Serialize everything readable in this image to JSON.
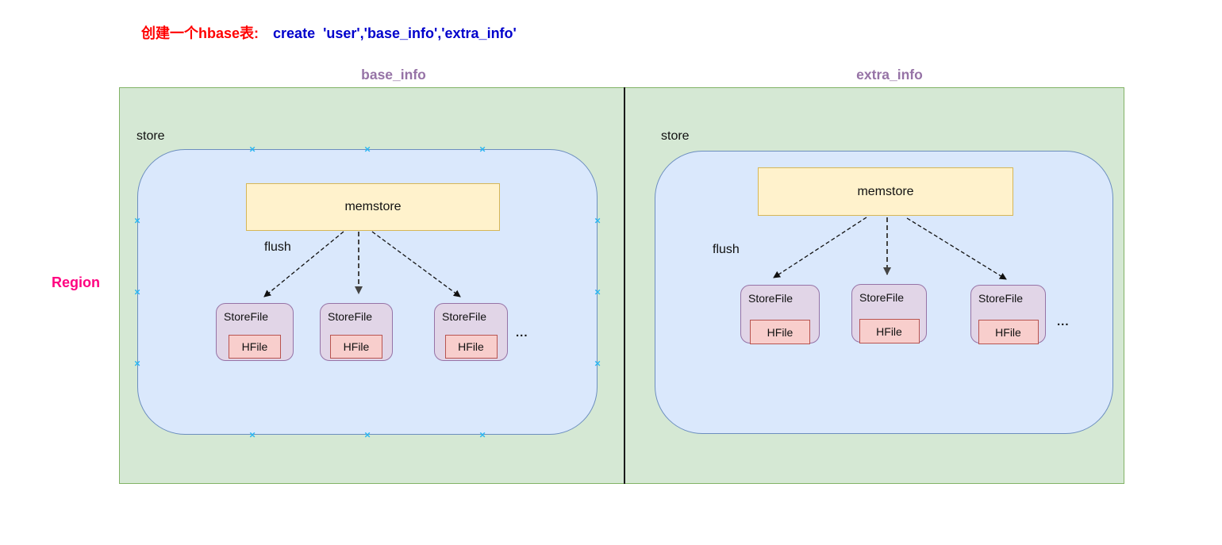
{
  "title": {
    "prefix_cn": "创建一个hbase表:",
    "command": "create  'user','base_info','extra_info'"
  },
  "column_families": [
    {
      "label": "base_info"
    },
    {
      "label": "extra_info"
    }
  ],
  "region_label": "Region",
  "icons": {
    "connection_point": "×"
  },
  "stores": {
    "left": {
      "store_label": "store",
      "memstore_label": "memstore",
      "flush_label": "flush",
      "ellipsis": "...",
      "storefiles": [
        {
          "label": "StoreFile",
          "hfile_label": "HFile"
        },
        {
          "label": "StoreFile",
          "hfile_label": "HFile"
        },
        {
          "label": "StoreFile",
          "hfile_label": "HFile"
        }
      ]
    },
    "right": {
      "store_label": "store",
      "memstore_label": "memstore",
      "flush_label": "flush",
      "ellipsis": "...",
      "storefiles": [
        {
          "label": "StoreFile",
          "hfile_label": "HFile"
        },
        {
          "label": "StoreFile",
          "hfile_label": "HFile"
        },
        {
          "label": "StoreFile",
          "hfile_label": "HFile"
        }
      ]
    }
  },
  "colors": {
    "region_fill": "#d5e8d4",
    "region_border": "#82b366",
    "store_fill": "#dae8fc",
    "store_border": "#6c8ebf",
    "memstore_fill": "#fff2cc",
    "memstore_border": "#d6b656",
    "storefile_fill": "#e1d5e7",
    "storefile_border": "#9673a6",
    "hfile_fill": "#f8cecc",
    "hfile_border": "#b85450",
    "title_cn": "#ff0000",
    "title_command": "#0000cc",
    "column_family_label": "#9673a6",
    "region_label": "#ff0080",
    "connection_point": "#29b6f2",
    "divider": "#1a1a1a"
  }
}
